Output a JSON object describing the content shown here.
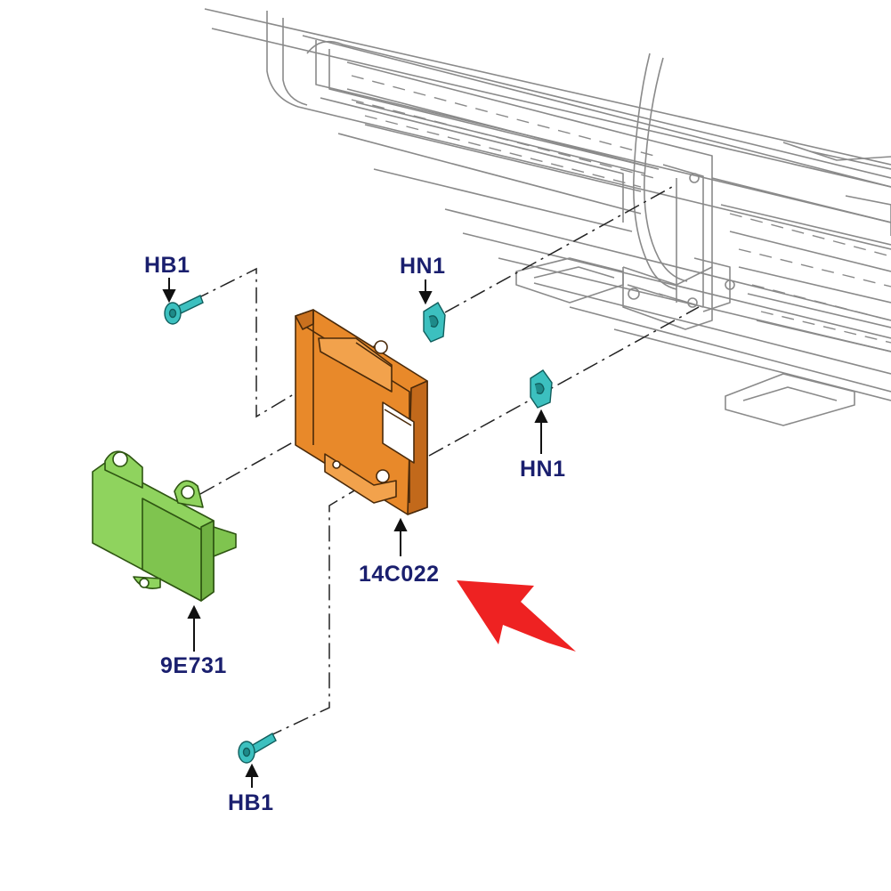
{
  "colors": {
    "line": "#707070",
    "label": "#1a1f6e",
    "bracket": "#e8892a",
    "bracket_dark": "#b8611a",
    "module": "#8fd35e",
    "module_dark": "#5a9a34",
    "fastener": "#3cc0bf",
    "fastener_dark": "#1e8a89",
    "highlight_arrow": "#ee2222"
  },
  "callouts": {
    "hb1_top": "HB1",
    "hn1_top": "HN1",
    "hn1_right": "HN1",
    "bracket": "14C022",
    "module": "9E731",
    "hb1_bottom": "HB1"
  },
  "icons": {
    "bracket": "mounting-bracket-icon",
    "module": "electronic-module-icon",
    "bolt": "bolt-icon",
    "clip_nut": "clip-nut-icon",
    "pointer": "red-arrow-icon"
  }
}
